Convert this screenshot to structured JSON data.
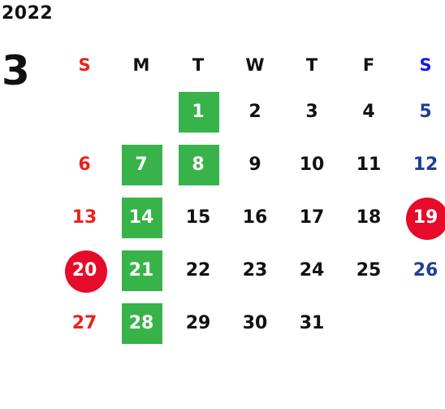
{
  "year": "2022",
  "month": "3",
  "weekdays": [
    "S",
    "M",
    "T",
    "W",
    "T",
    "F",
    "S"
  ],
  "weeks": [
    [
      "",
      "",
      "1",
      "2",
      "3",
      "4",
      "5"
    ],
    [
      "6",
      "7",
      "8",
      "9",
      "10",
      "11",
      "12"
    ],
    [
      "13",
      "14",
      "15",
      "16",
      "17",
      "18",
      "19"
    ],
    [
      "20",
      "21",
      "22",
      "23",
      "24",
      "25",
      "26"
    ],
    [
      "27",
      "28",
      "29",
      "30",
      "31",
      "",
      ""
    ]
  ],
  "colors": {
    "sunday": "#e8221e",
    "saturday": "#1f3f97",
    "saturday_header": "#1818e8",
    "highlight_green": "#37b34a",
    "holiday_red": "#e60b2a",
    "text": "#111111"
  },
  "highlighted_days": [
    "1",
    "7",
    "8",
    "14",
    "21",
    "28"
  ],
  "holiday_days": [
    "19",
    "20"
  ]
}
